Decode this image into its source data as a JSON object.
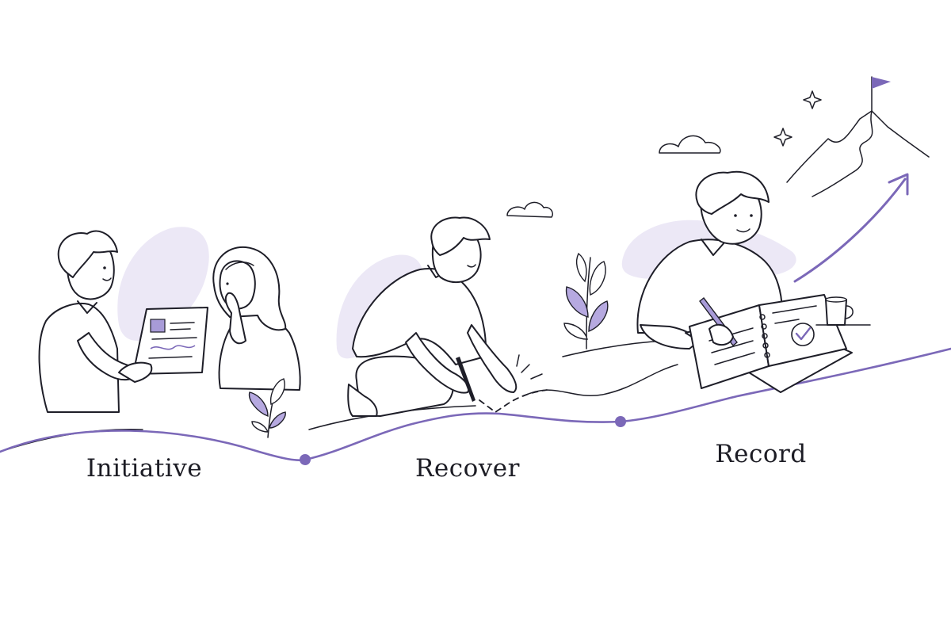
{
  "stages": [
    {
      "label": "Initiative"
    },
    {
      "label": "Recover"
    },
    {
      "label": "Record"
    }
  ],
  "colors": {
    "accent": "#7b68b8",
    "accent_soft": "#e9e5f5",
    "ink": "#1e1e28",
    "background": "#ffffff"
  },
  "icons": [
    "mountain-icon",
    "flag-icon",
    "sparkle-icon",
    "cloud-icon",
    "arrow-icon",
    "plant-icon",
    "coffee-mug-icon",
    "notebook-icon",
    "checkmark-icon",
    "pen-icon",
    "document-icon"
  ]
}
